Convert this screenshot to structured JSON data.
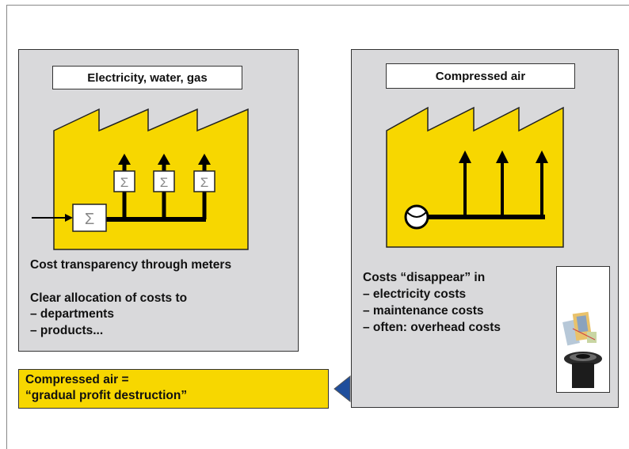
{
  "colors": {
    "panel_bg": "#d9d9db",
    "factory_yellow": "#f7d700",
    "arrow_blue": "#1f4e9c",
    "border": "#333333"
  },
  "left_panel": {
    "title": "Electricity, water, gas",
    "meter_symbol": "Σ",
    "lines": [
      "Cost transparency through meters",
      "Clear allocation of costs to",
      "– departments",
      "– products..."
    ]
  },
  "right_panel": {
    "title": "Compressed air",
    "lines": [
      "Costs “disappear” in",
      "– electricity costs",
      "– maintenance costs",
      "– often: overhead costs"
    ],
    "photo_icon": "money-down-drain-icon"
  },
  "banner": {
    "lines": [
      "Compressed air =",
      "“gradual profit destruction”"
    ]
  }
}
